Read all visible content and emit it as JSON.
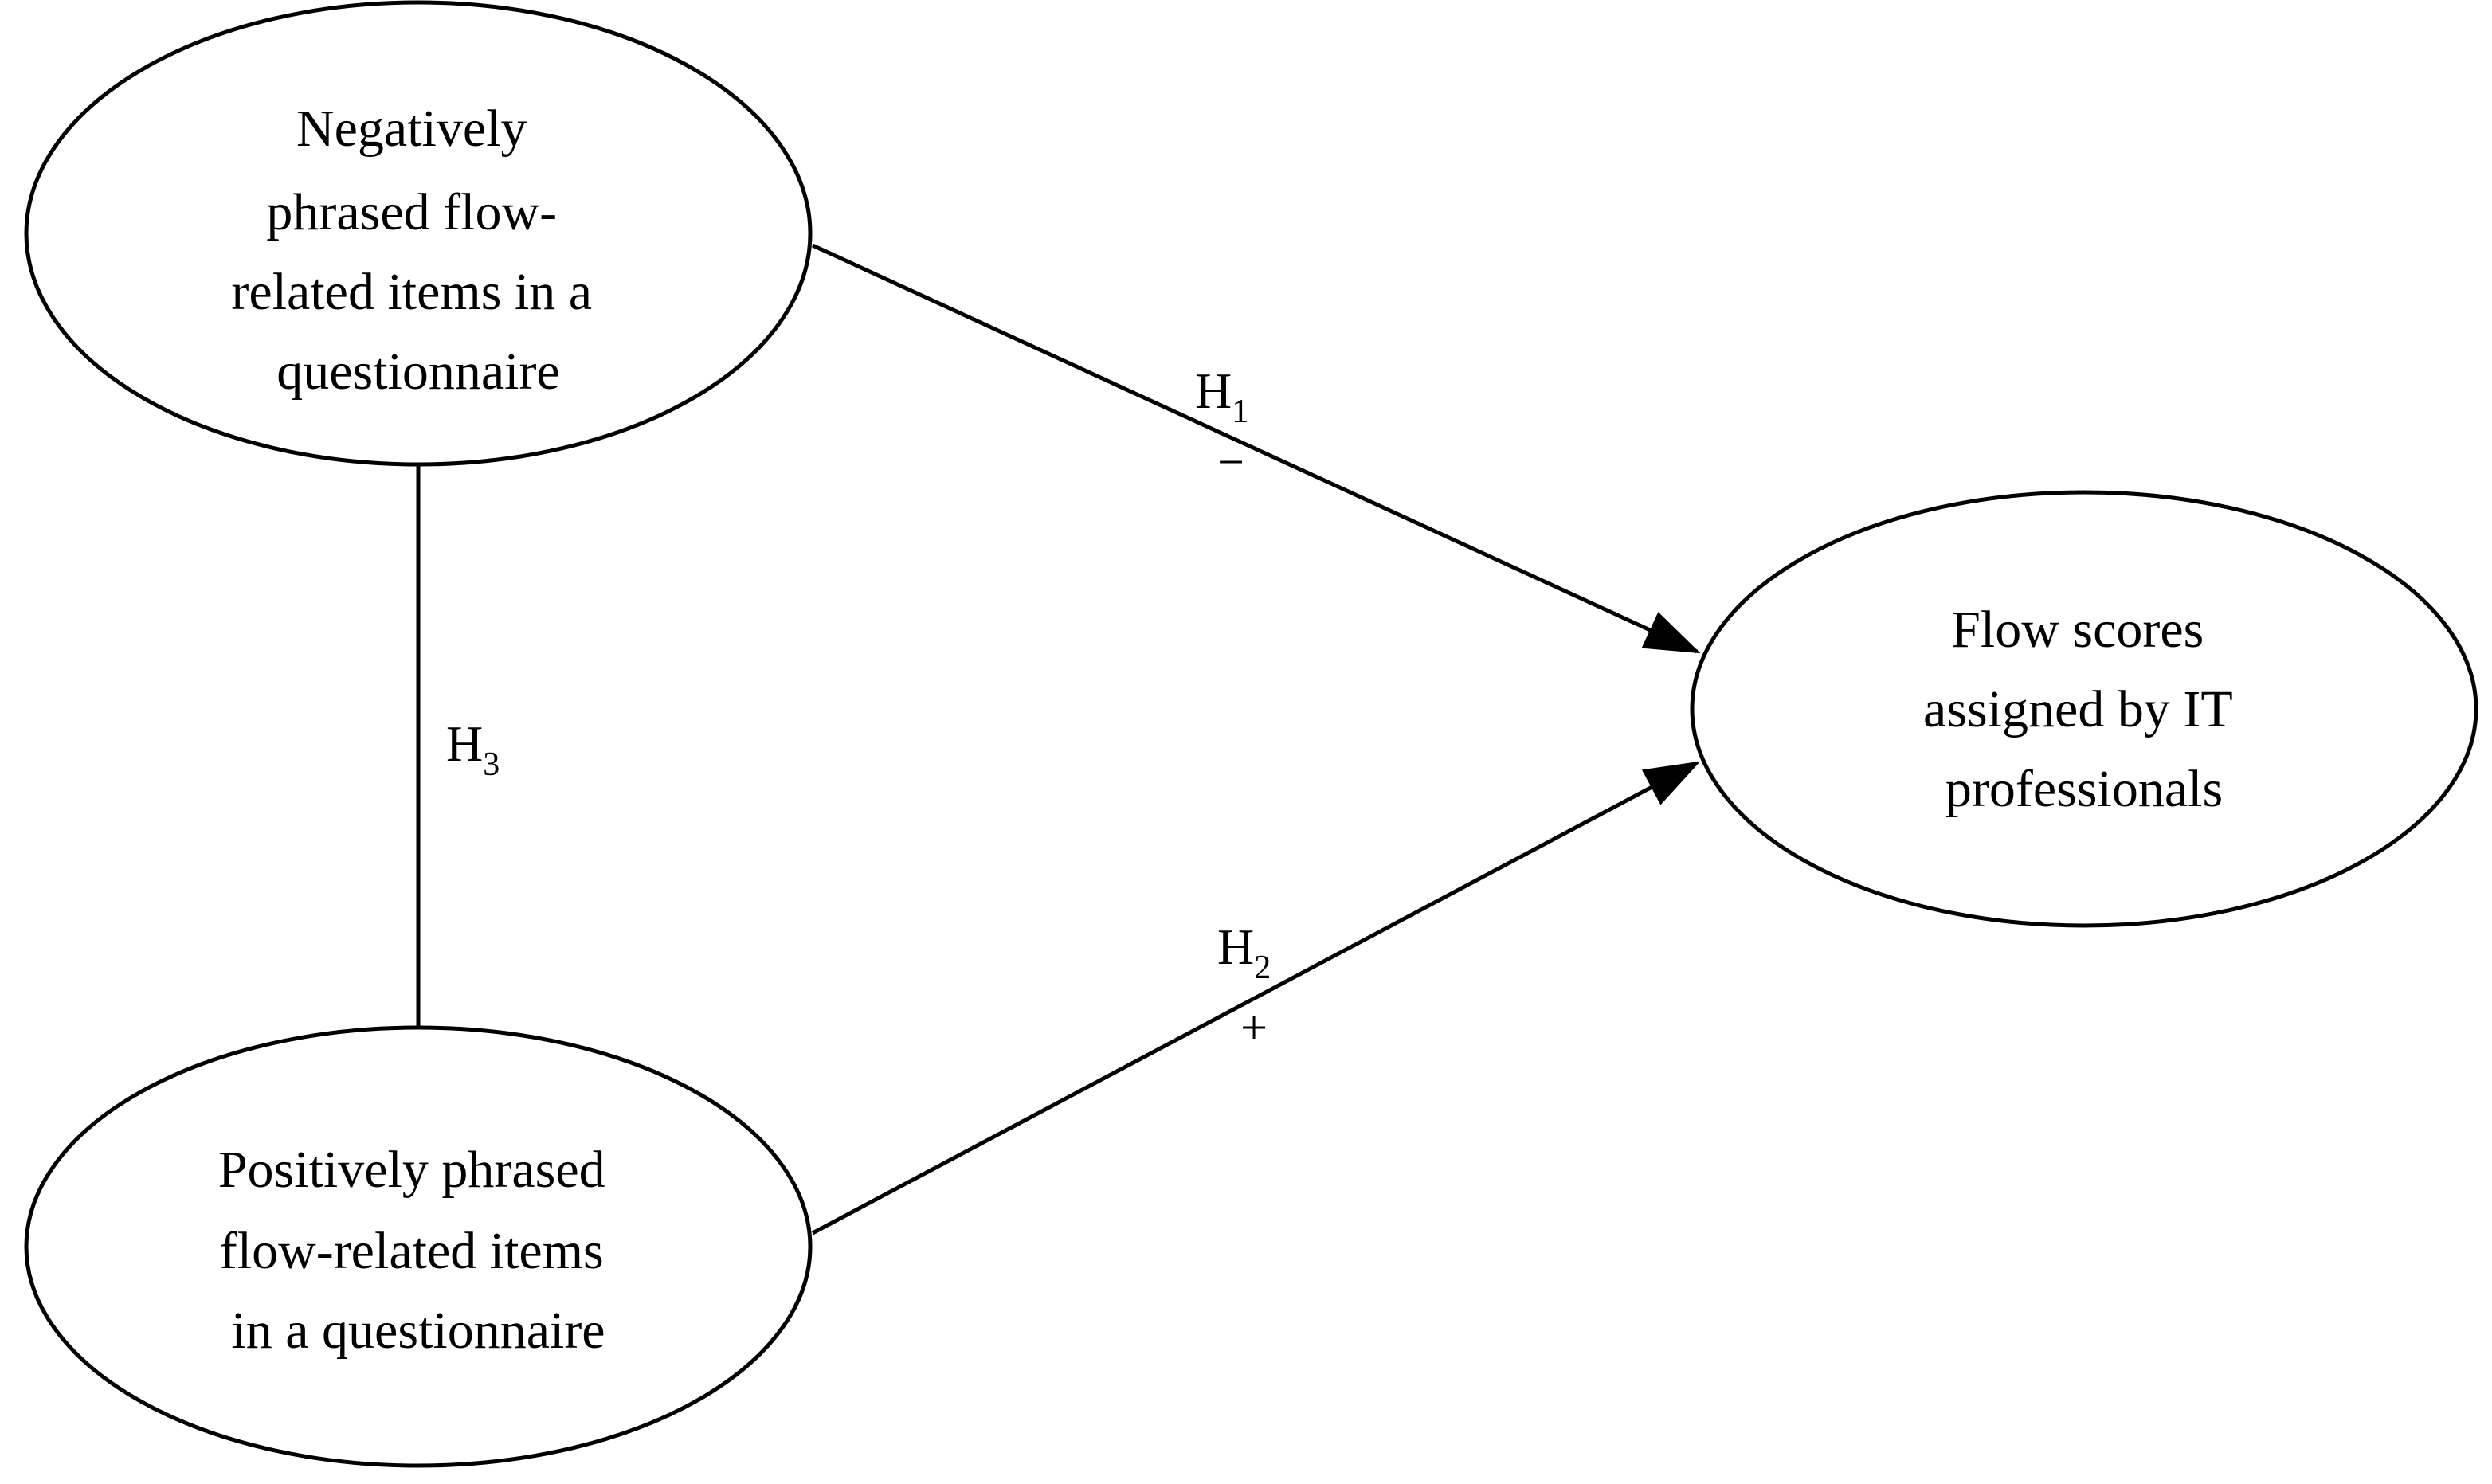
{
  "diagram": {
    "nodes": {
      "negative": {
        "lines": [
          "Negatively",
          "phrased flow-",
          "related items in a",
          "questionnaire"
        ]
      },
      "positive": {
        "lines": [
          "Positively phrased",
          "flow-related items",
          "in a questionnaire"
        ]
      },
      "flow": {
        "lines": [
          "Flow scores",
          "assigned by IT",
          "professionals"
        ]
      }
    },
    "edges": {
      "h1": {
        "label": "H",
        "sub": "1",
        "sign": "−"
      },
      "h2": {
        "label": "H",
        "sub": "2",
        "sign": "+"
      },
      "h3": {
        "label": "H",
        "sub": "3"
      }
    }
  }
}
